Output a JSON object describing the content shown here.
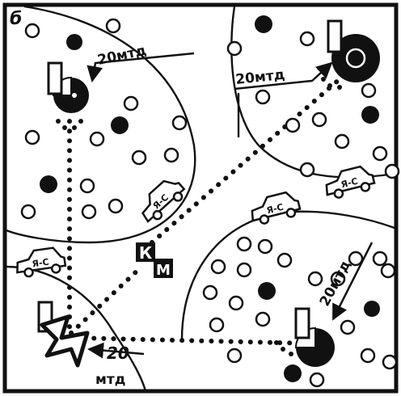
{
  "panel_label": "б",
  "radius_labels": {
    "top_left": "20мтд",
    "top_right": "20мтд",
    "bottom_right": "20мтд",
    "bottom_left_value": "20",
    "bottom_left_unit": "мтд"
  },
  "car_label": "Я-С",
  "command_post": {
    "top": "К",
    "bottom": "М"
  },
  "colors": {
    "ink": "#111111",
    "paper": "#ffffff"
  },
  "icons": [
    "flag-icon",
    "car-icon",
    "lightning-icon",
    "arrow-icon"
  ]
}
